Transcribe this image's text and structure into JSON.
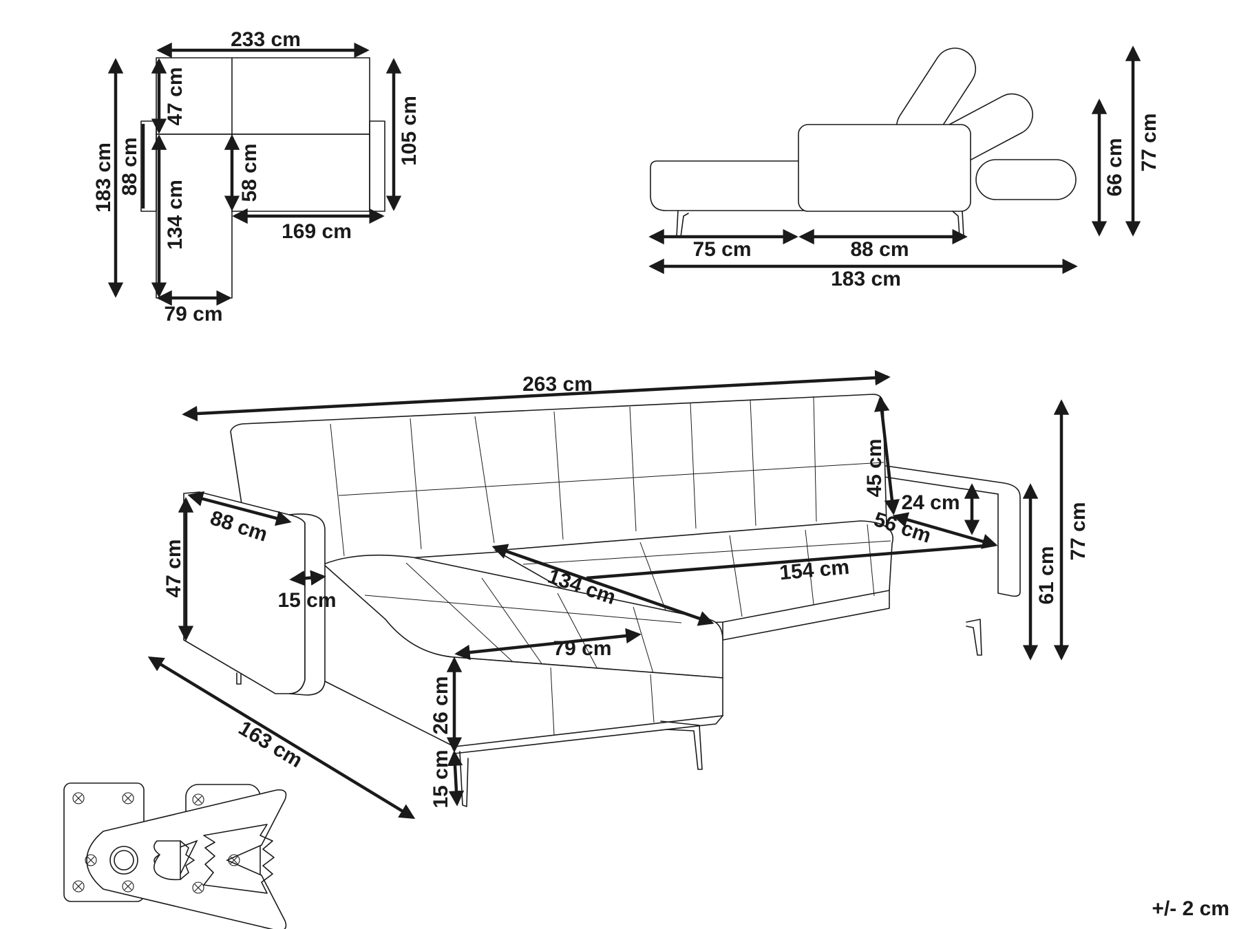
{
  "plan_view": {
    "labels": {
      "total_length": "233 cm",
      "total_depth": "183 cm",
      "back_depth": "47 cm",
      "chaise_seat_depth": "134 cm",
      "chaise_armrest_length": "88 cm",
      "seat_depth": "58 cm",
      "main_depth": "105 cm",
      "seat_width": "169 cm",
      "chaise_width": "79 cm"
    }
  },
  "side_view": {
    "labels": {
      "chaise_length": "75 cm",
      "body_depth": "88 cm",
      "bed_length": "183 cm",
      "seat_back_height": "66 cm",
      "total_height": "77 cm"
    }
  },
  "perspective_view": {
    "labels": {
      "total_width": "263 cm",
      "backrest_height": "45 cm",
      "armrest_height": "24 cm",
      "armrest_depth": "56 cm",
      "seat_width": "154 cm",
      "chaise_length": "134 cm",
      "armrest_length": "88 cm",
      "arm_height": "47 cm",
      "arm_width": "15 cm",
      "chaise_width": "79 cm",
      "cushion_height": "26 cm",
      "leg_height": "15 cm",
      "overall_depth": "163 cm",
      "seat_height": "61 cm",
      "total_height": "77 cm"
    }
  },
  "tolerance": "+/- 2 cm"
}
